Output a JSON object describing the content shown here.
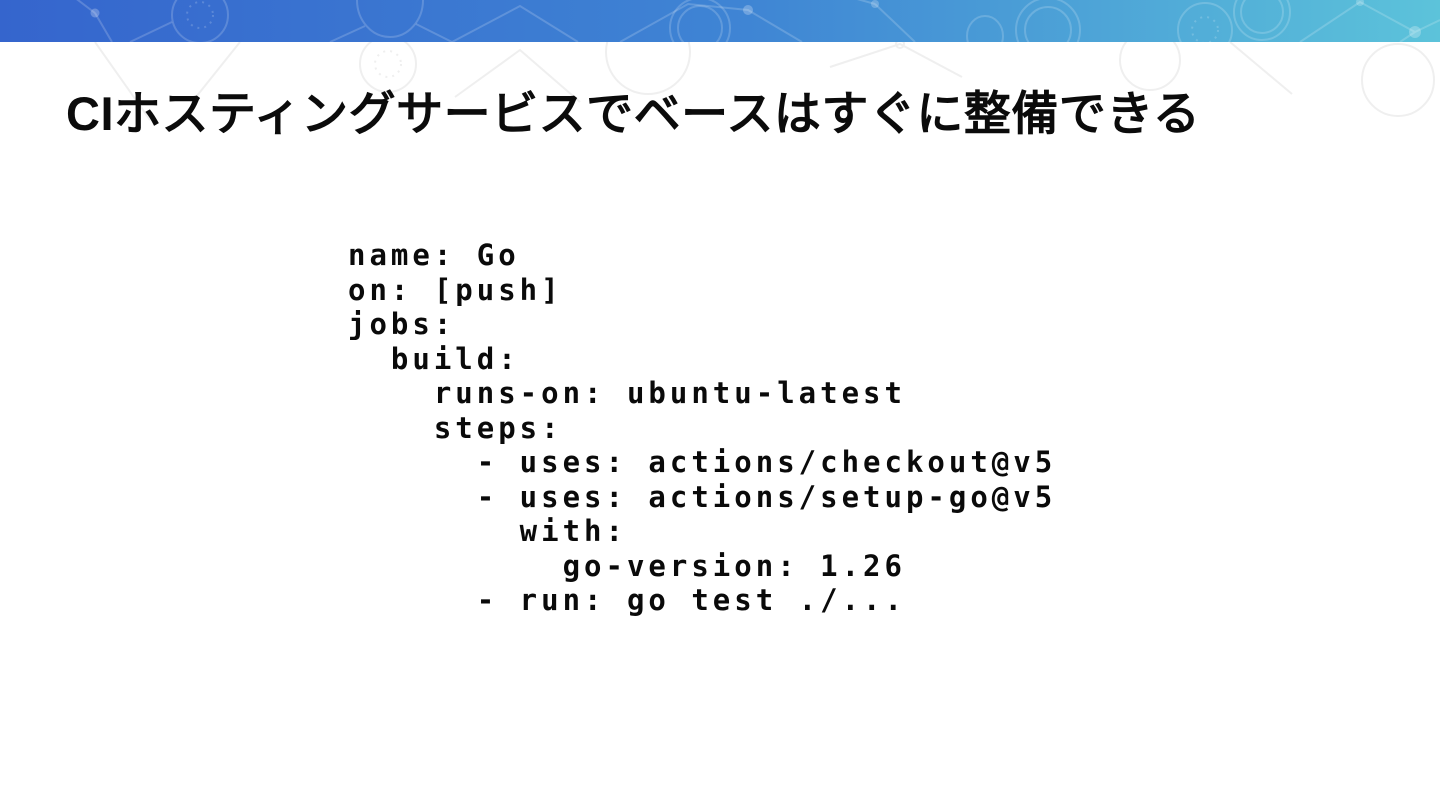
{
  "slide": {
    "title": "CIホスティングサービスでベースはすぐに整備できる",
    "code_lines": [
      "name: Go",
      "on: [push]",
      "jobs:",
      "  build:",
      "    runs-on: ubuntu-latest",
      "    steps:",
      "      - uses: actions/checkout@v5",
      "      - uses: actions/setup-go@v5",
      "        with:",
      "          go-version: 1.26",
      "      - run: go test ./..."
    ]
  },
  "theme": {
    "header_gradient_start": "#3565cd",
    "header_gradient_mid": "#3f85d4",
    "header_gradient_end": "#5cc3da",
    "title_color": "#0b0b0b",
    "code_color": "#0a0a0a",
    "background": "#ffffff",
    "header_pattern_stroke": "#ffffff",
    "watermark_stroke": "#efefef"
  }
}
